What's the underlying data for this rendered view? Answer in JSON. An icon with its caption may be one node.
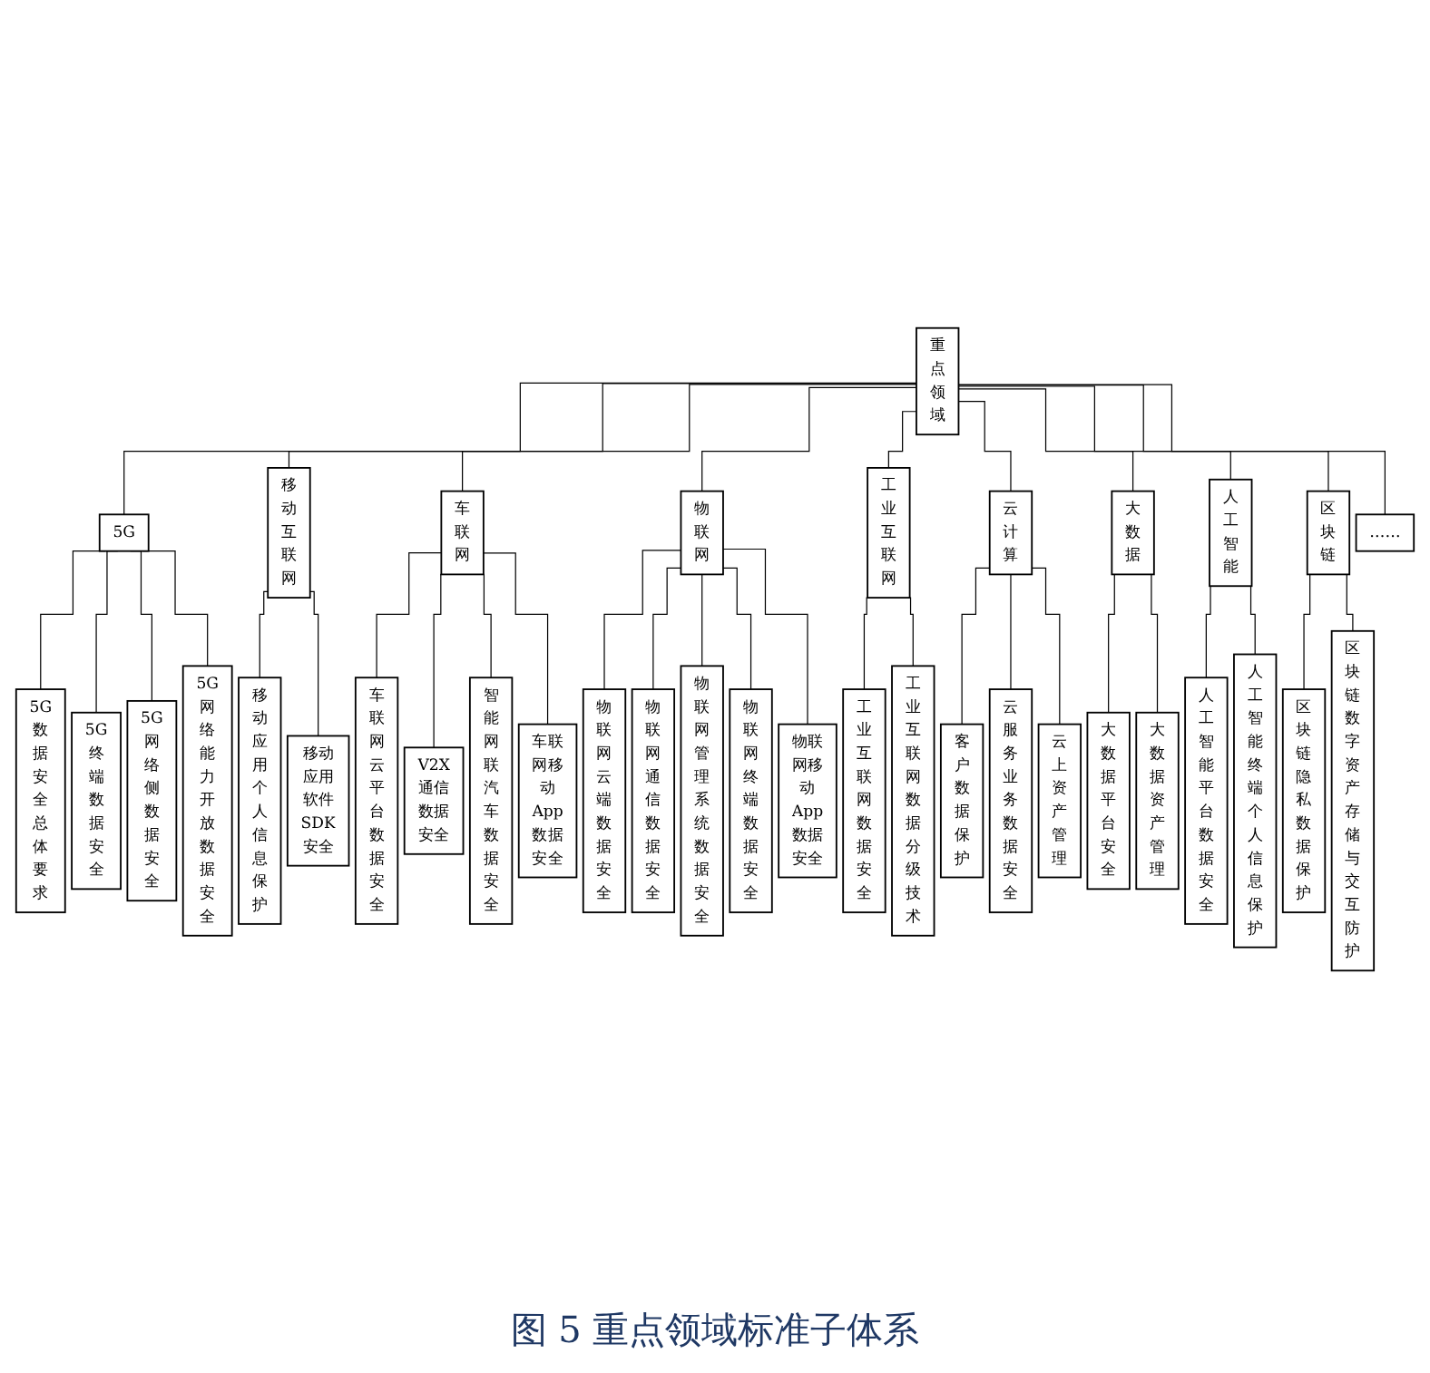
{
  "diagram": {
    "caption": "图 5  重点领域标准子体系",
    "nodes": [
      {
        "text": [
          "重点领域"
        ]
      },
      {
        "text": [
          "5G"
        ]
      },
      {
        "text": [
          "移动互联网"
        ]
      },
      {
        "text": [
          "车联网"
        ]
      },
      {
        "text": [
          "物联网"
        ]
      },
      {
        "text": [
          "工业互联网"
        ]
      },
      {
        "text": [
          "云计算"
        ]
      },
      {
        "text": [
          "大数据"
        ]
      },
      {
        "text": [
          "人工智能"
        ]
      },
      {
        "text": [
          "区块链"
        ]
      },
      {
        "text": [
          "……"
        ]
      },
      {
        "text": [
          "5G数据安全总体要求"
        ]
      },
      {
        "text": [
          "5G终端数据安全"
        ]
      },
      {
        "text": [
          "5G网络侧数据安全"
        ]
      },
      {
        "text": [
          "5G网络能力开放数据安全"
        ]
      },
      {
        "text": [
          "移动应用个人信息保护"
        ]
      },
      {
        "text": [
          "移动应用软件SDK安全"
        ]
      },
      {
        "text": [
          "车联网云平台数据安全"
        ]
      },
      {
        "text": [
          "V2X通信数据安全"
        ]
      },
      {
        "text": [
          "智能网联汽车数据安全"
        ]
      },
      {
        "text": [
          "车联网移动App数据安全"
        ]
      },
      {
        "text": [
          "物联网云端数据安全"
        ]
      },
      {
        "text": [
          "物联网通信数据安全"
        ]
      },
      {
        "text": [
          "物联网管理系统数据安全"
        ]
      },
      {
        "text": [
          "物联网终端数据安全"
        ]
      },
      {
        "text": [
          "物联网移动App数据安全"
        ]
      },
      {
        "text": [
          "工业互联网数据安全"
        ]
      },
      {
        "text": [
          "工业互联网数据分级技术"
        ]
      },
      {
        "text": [
          "客户数据保护"
        ]
      },
      {
        "text": [
          "云服务业务数据安全"
        ]
      },
      {
        "text": [
          "云上资产管理"
        ]
      },
      {
        "text": [
          "大数据平台安全"
        ]
      },
      {
        "text": [
          "大数据资产管理"
        ]
      },
      {
        "text": [
          "人工智能平台数据安全"
        ]
      },
      {
        "text": [
          "人工智能终端个人信息保护"
        ]
      },
      {
        "text": [
          "区块链隐私数据保护"
        ]
      },
      {
        "text": [
          "区块链数字资产存储与交互防护"
        ]
      }
    ],
    "edges": [
      {
        "from": 0,
        "to": 1,
        "arrow": "none"
      },
      {
        "from": 0,
        "to": 2,
        "arrow": "none"
      },
      {
        "from": 0,
        "to": 3,
        "arrow": "none"
      },
      {
        "from": 0,
        "to": 4,
        "arrow": "none"
      },
      {
        "from": 0,
        "to": 5,
        "arrow": "none"
      },
      {
        "from": 0,
        "to": 6,
        "arrow": "none"
      },
      {
        "from": 0,
        "to": 7,
        "arrow": "none"
      },
      {
        "from": 0,
        "to": 8,
        "arrow": "none"
      },
      {
        "from": 0,
        "to": 9,
        "arrow": "none"
      },
      {
        "from": 0,
        "to": 10,
        "arrow": "none"
      },
      {
        "from": 1,
        "to": 11,
        "arrow": "none"
      },
      {
        "from": 1,
        "to": 12,
        "arrow": "none"
      },
      {
        "from": 1,
        "to": 13,
        "arrow": "none"
      },
      {
        "from": 1,
        "to": 14,
        "arrow": "none"
      },
      {
        "from": 2,
        "to": 15,
        "arrow": "none"
      },
      {
        "from": 2,
        "to": 16,
        "arrow": "none"
      },
      {
        "from": 3,
        "to": 17,
        "arrow": "none"
      },
      {
        "from": 3,
        "to": 18,
        "arrow": "none"
      },
      {
        "from": 3,
        "to": 19,
        "arrow": "none"
      },
      {
        "from": 3,
        "to": 20,
        "arrow": "none"
      },
      {
        "from": 4,
        "to": 21,
        "arrow": "none"
      },
      {
        "from": 4,
        "to": 22,
        "arrow": "none"
      },
      {
        "from": 4,
        "to": 23,
        "arrow": "none"
      },
      {
        "from": 4,
        "to": 24,
        "arrow": "none"
      },
      {
        "from": 4,
        "to": 25,
        "arrow": "none"
      },
      {
        "from": 5,
        "to": 26,
        "arrow": "none"
      },
      {
        "from": 5,
        "to": 27,
        "arrow": "none"
      },
      {
        "from": 6,
        "to": 28,
        "arrow": "none"
      },
      {
        "from": 6,
        "to": 29,
        "arrow": "none"
      },
      {
        "from": 6,
        "to": 30,
        "arrow": "none"
      },
      {
        "from": 7,
        "to": 31,
        "arrow": "none"
      },
      {
        "from": 7,
        "to": 32,
        "arrow": "none"
      },
      {
        "from": 8,
        "to": 33,
        "arrow": "none"
      },
      {
        "from": 8,
        "to": 34,
        "arrow": "none"
      },
      {
        "from": 9,
        "to": 35,
        "arrow": "none"
      },
      {
        "from": 9,
        "to": 36,
        "arrow": "none"
      }
    ]
  }
}
